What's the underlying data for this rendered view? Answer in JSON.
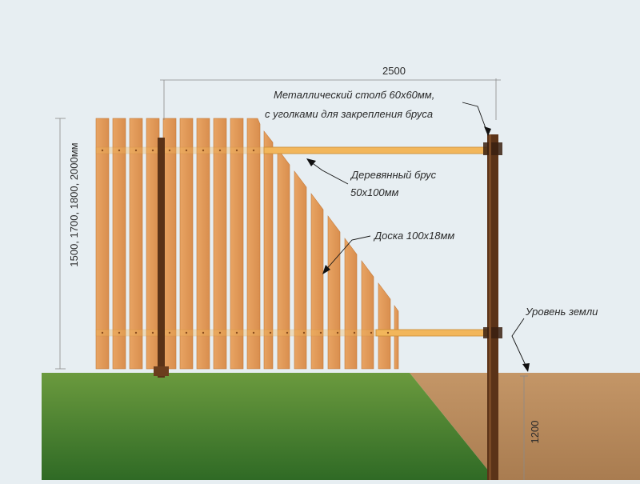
{
  "labels": {
    "width": "2500",
    "post_line1": "Металлический столб 60х60мм,",
    "post_line2": "с уголками для закрепления бруса",
    "beam_line1": "Деревянный брус",
    "beam_line2": "50х100мм",
    "board": "Доска 100х18мм",
    "ground": "Уровень земли",
    "height": "1500, 1700, 1800, 2000мм",
    "depth": "1200"
  },
  "colors": {
    "background": "#e7eef2",
    "board": "#e39a58",
    "board_edge": "#c97e3e",
    "beam": "#f0b45a",
    "post": "#5a3217",
    "ground_grass": "#3f7a2a",
    "ground_soil": "#b98a5c"
  }
}
